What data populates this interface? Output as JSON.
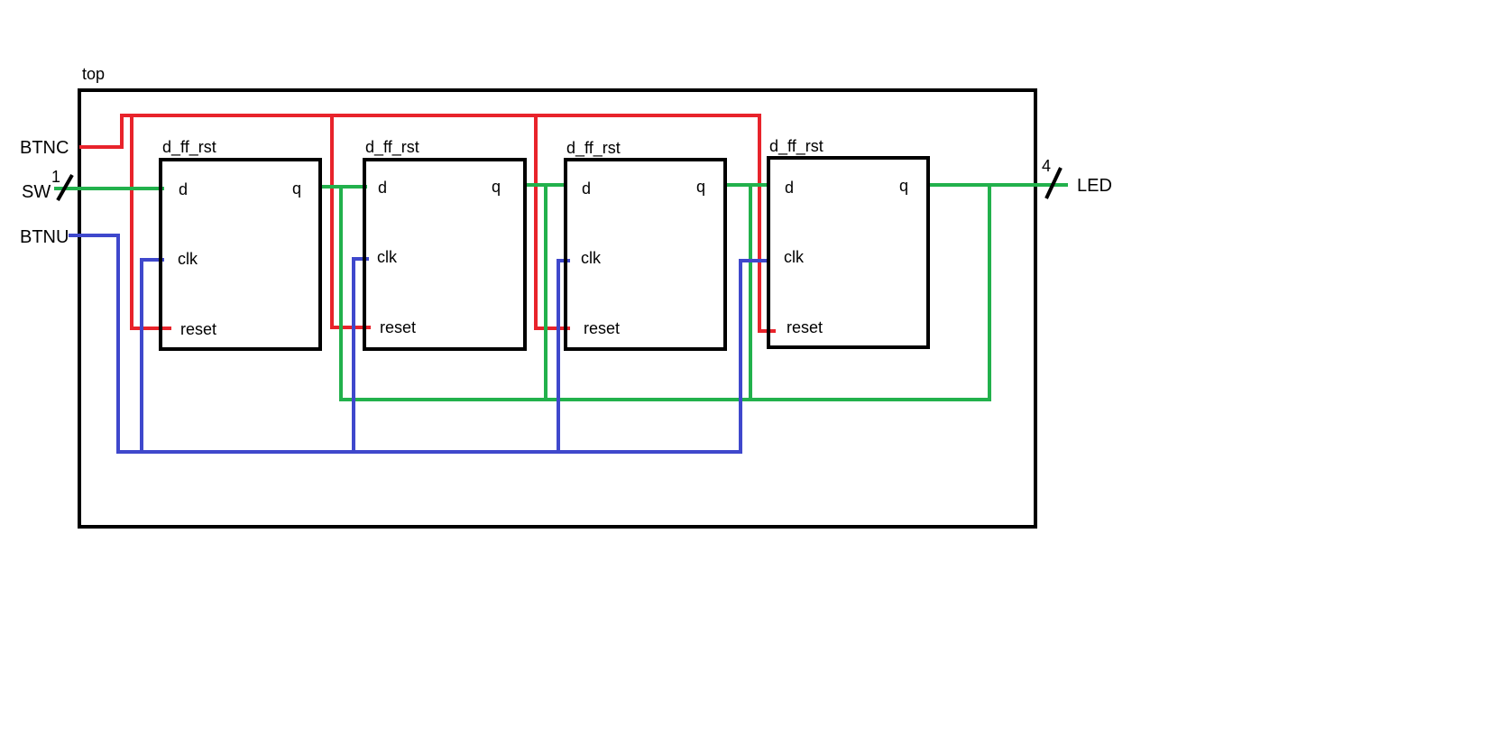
{
  "diagram": {
    "top_label": "top",
    "inputs": {
      "btnc": "BTNC",
      "sw": "SW",
      "sw_width": "1",
      "btnu": "BTNU"
    },
    "outputs": {
      "led": "LED",
      "led_width": "4"
    },
    "blocks": [
      {
        "name": "d_ff_rst",
        "port_d": "d",
        "port_q": "q",
        "port_clk": "clk",
        "port_reset": "reset"
      },
      {
        "name": "d_ff_rst",
        "port_d": "d",
        "port_q": "q",
        "port_clk": "clk",
        "port_reset": "reset"
      },
      {
        "name": "d_ff_rst",
        "port_d": "d",
        "port_q": "q",
        "port_clk": "clk",
        "port_reset": "reset"
      },
      {
        "name": "d_ff_rst",
        "port_d": "d",
        "port_q": "q",
        "port_clk": "clk",
        "port_reset": "reset"
      }
    ],
    "colors": {
      "outline": "#000000",
      "reset_wire": "#e8232b",
      "data_wire": "#22b14c",
      "clock_wire": "#3f48cc"
    }
  }
}
